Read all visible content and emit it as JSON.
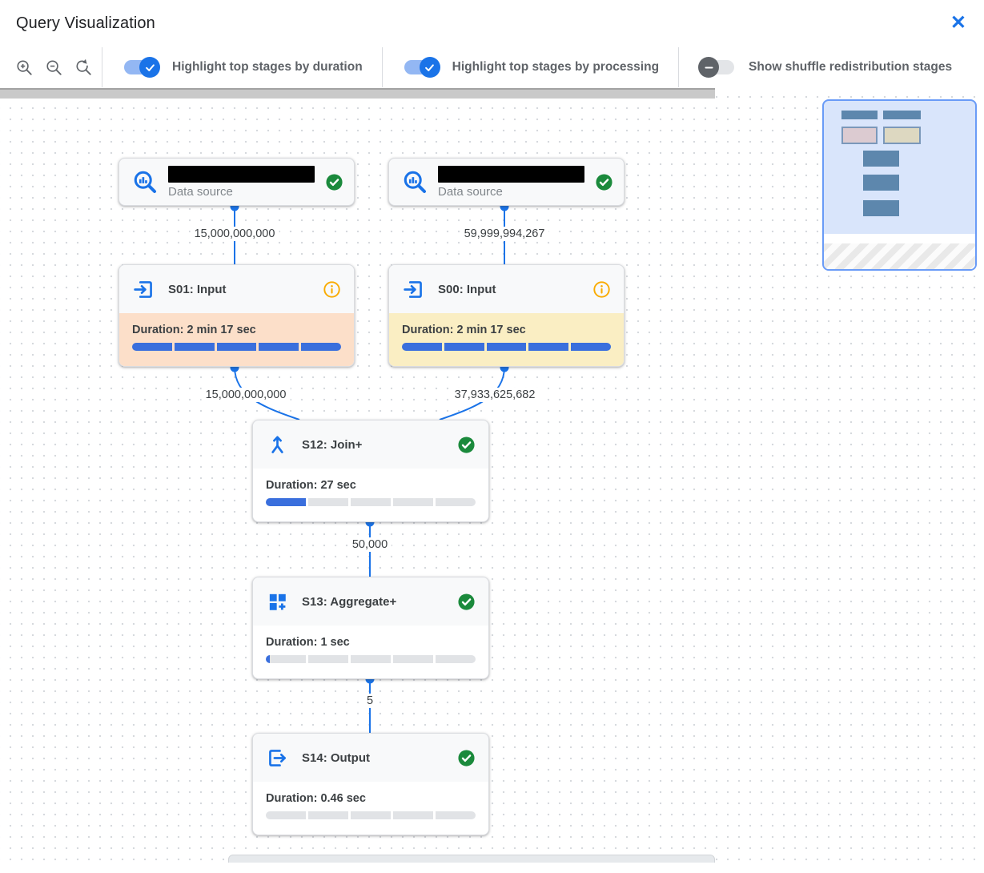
{
  "header": {
    "title": "Query Visualization",
    "close_glyph": "✕"
  },
  "toolbar": {
    "zoom_buttons": [
      "zoom-in-icon",
      "zoom-out-icon",
      "zoom-reset-icon"
    ],
    "toggles": [
      {
        "label": "Highlight top stages by duration",
        "state": "on"
      },
      {
        "label": "Highlight top stages by processing",
        "state": "on"
      },
      {
        "label": "Show shuffle redistribution stages",
        "state": "off"
      }
    ]
  },
  "graph": {
    "data_sources": [
      {
        "label": "Data source",
        "name_redacted": true,
        "icon": "data-source-search-icon",
        "status_icon": "success-check-icon"
      },
      {
        "label": "Data source",
        "name_redacted": true,
        "icon": "data-source-search-icon",
        "status_icon": "success-check-icon"
      }
    ],
    "stages": [
      {
        "id": "S01",
        "title": "S01: Input",
        "icon": "input-icon",
        "status_icon": "info-icon",
        "duration": "Duration: 2 min 17 sec",
        "progress_percent": 100,
        "highlight": "duration"
      },
      {
        "id": "S00",
        "title": "S00: Input",
        "icon": "input-icon",
        "status_icon": "info-icon",
        "duration": "Duration: 2 min 17 sec",
        "progress_percent": 100,
        "highlight": "processing"
      },
      {
        "id": "S12",
        "title": "S12: Join+",
        "icon": "join-icon",
        "status_icon": "success-check-icon",
        "duration": "Duration: 27 sec",
        "progress_percent": 20,
        "highlight": "none"
      },
      {
        "id": "S13",
        "title": "S13: Aggregate+",
        "icon": "aggregate-icon",
        "status_icon": "success-check-icon",
        "duration": "Duration: 1 sec",
        "progress_percent": 2,
        "highlight": "none"
      },
      {
        "id": "S14",
        "title": "S14: Output",
        "icon": "output-icon",
        "status_icon": "success-check-icon",
        "duration": "Duration: 0.46 sec",
        "progress_percent": 0,
        "highlight": "none"
      }
    ],
    "edges": [
      {
        "from": "data-source-1",
        "to": "S01",
        "label": "15,000,000,000"
      },
      {
        "from": "data-source-2",
        "to": "S00",
        "label": "59,999,994,267"
      },
      {
        "from": "S01",
        "to": "S12",
        "label": "15,000,000,000"
      },
      {
        "from": "S00",
        "to": "S12",
        "label": "37,933,625,682"
      },
      {
        "from": "S12",
        "to": "S13",
        "label": "50,000"
      },
      {
        "from": "S13",
        "to": "S14",
        "label": "5"
      }
    ]
  },
  "colors": {
    "accent_blue": "#1a73e8",
    "edge_blue": "#1a73e8",
    "progress_blue": "#3a6fdd",
    "success_green": "#1b8a3c",
    "info_orange": "#f9ab00",
    "duration_highlight": "#fcdfc9",
    "processing_highlight": "#faeec3",
    "minimap_bg": "#d9e5fb",
    "minimap_border": "#699bf7"
  }
}
